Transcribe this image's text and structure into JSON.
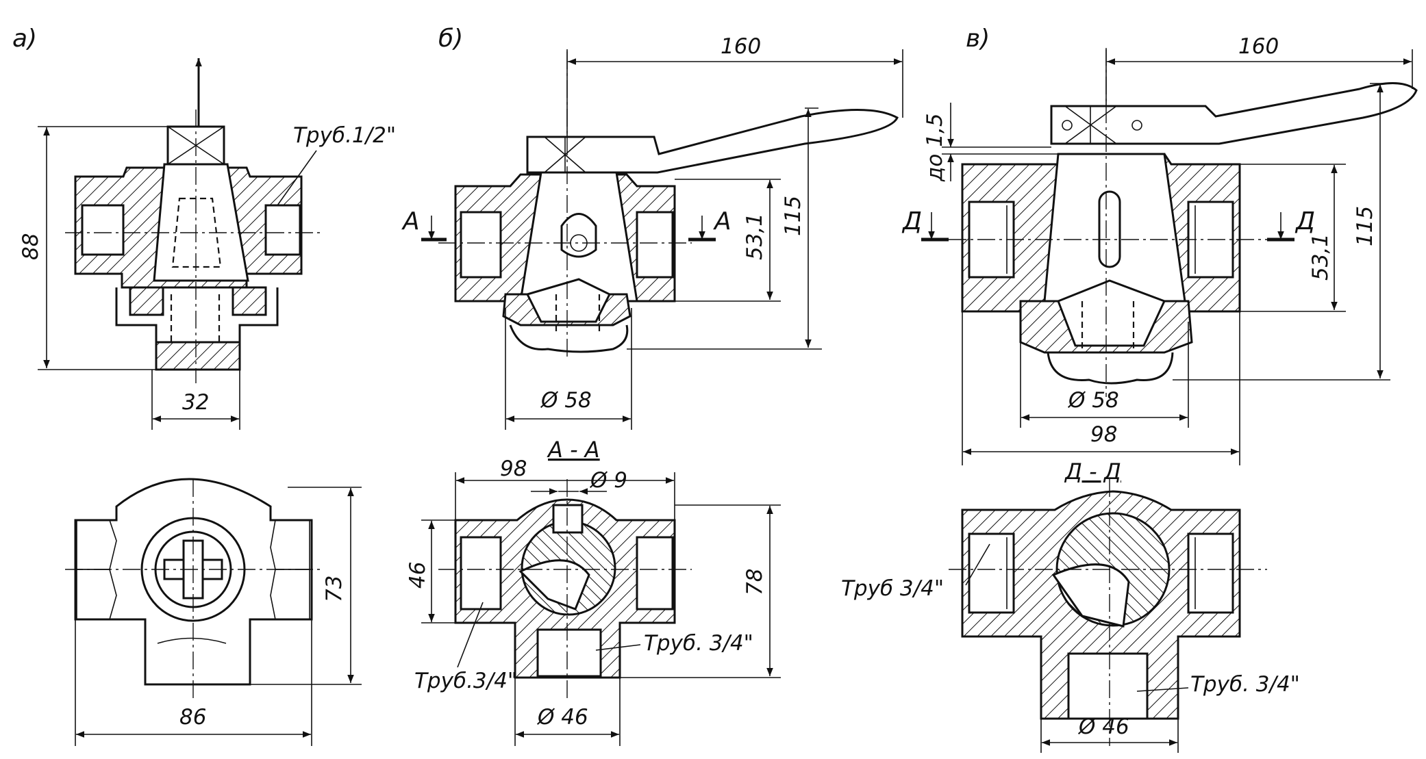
{
  "panels": {
    "a": {
      "label": "а)"
    },
    "b": {
      "label": "б)"
    },
    "v": {
      "label": "в)"
    }
  },
  "dimensions": {
    "a_height": "88",
    "a_width": "32",
    "a_thread": "Труб.1/2\"",
    "a_plan_height": "73",
    "a_plan_width": "86",
    "b_handle": "160",
    "b_total_height": "115",
    "b_axis_height": "53,1",
    "b_diameter": "Ø 58",
    "b_length": "98",
    "b_hole": "Ø 9",
    "b_section_height_46": "46",
    "b_section_height_78": "78",
    "b_thread_left": "Труб.3/4\"",
    "b_thread_bottom": "Труб. 3/4\"",
    "b_bottom_diameter": "Ø 46",
    "v_handle": "160",
    "v_gap": "до 1,5",
    "v_total_height": "115",
    "v_axis_height": "53,1",
    "v_diameter": "Ø 58",
    "v_length": "98",
    "v_thread_left": "Труб 3/4\"",
    "v_thread_bottom": "Труб. 3/4\"",
    "v_bottom_diameter": "Ø 46"
  },
  "sections": {
    "b_cut_letter": "А",
    "b_section_title": "А - А",
    "v_cut_letter": "Д",
    "v_section_title": "Д - Д"
  }
}
